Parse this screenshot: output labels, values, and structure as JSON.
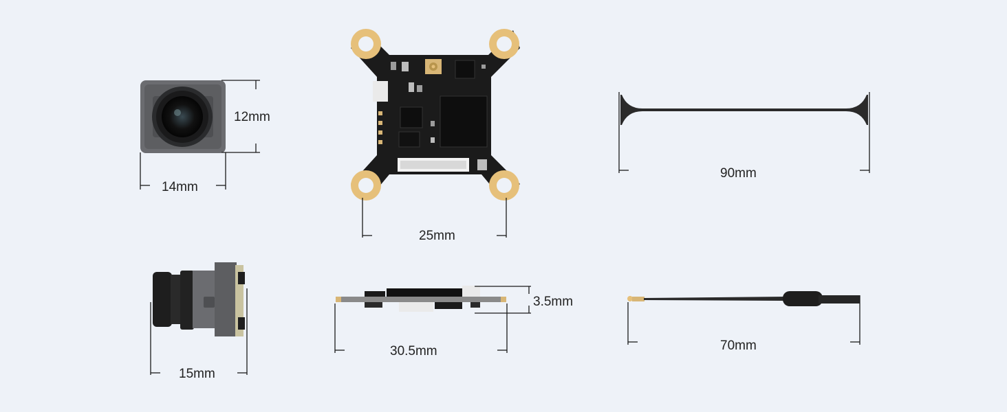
{
  "dimensions": {
    "camera_front_height": "12mm",
    "camera_front_width": "14mm",
    "camera_side_length": "15mm",
    "board_top_width": "25mm",
    "board_side_length": "30.5mm",
    "board_side_height": "3.5mm",
    "antenna_long_length": "90mm",
    "antenna_short_length": "70mm"
  },
  "colors": {
    "background": "#eef2f8",
    "pcb": "#1b1b1b",
    "gold_pad": "#e6c07a",
    "camera_body": "#5d5e61",
    "dimension_line": "#1a1a1a"
  }
}
